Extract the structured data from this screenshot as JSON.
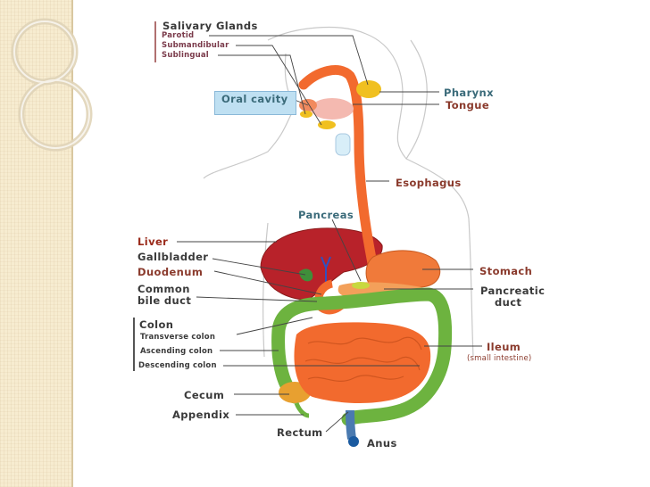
{
  "diagram": {
    "salivary": {
      "heading": "Salivary Glands",
      "parotid": "Parotid",
      "submandibular": "Submandibular",
      "sublingual": "Sublingual"
    },
    "oral_cavity": "Oral cavity",
    "pharynx": "Pharynx",
    "tongue": "Tongue",
    "esophagus": "Esophagus",
    "pancreas": "Pancreas",
    "liver": "Liver",
    "gallbladder": "Gallbladder",
    "duodenum": "Duodenum",
    "common_bile_duct_1": "Common",
    "common_bile_duct_2": "bile duct",
    "stomach": "Stomach",
    "pancreatic_duct_1": "Pancreatic",
    "pancreatic_duct_2": "duct",
    "colon": {
      "heading": "Colon",
      "transverse": "Transverse colon",
      "ascending": "Ascending colon",
      "descending": "Descending colon"
    },
    "ileum": "Ileum",
    "ileum_note": "(small intestine)",
    "cecum": "Cecum",
    "appendix": "Appendix",
    "rectum": "Rectum",
    "anus": "Anus"
  },
  "colors": {
    "background": "#ffffff",
    "sidebar": "#f7ecd0",
    "organ_orange": "#f26a2e",
    "liver_red": "#b8222a",
    "colon_green": "#6db33f",
    "gland_yellow": "#f0c020",
    "label_teal": "#3b6b7a",
    "label_brown": "#8a3a2c"
  }
}
